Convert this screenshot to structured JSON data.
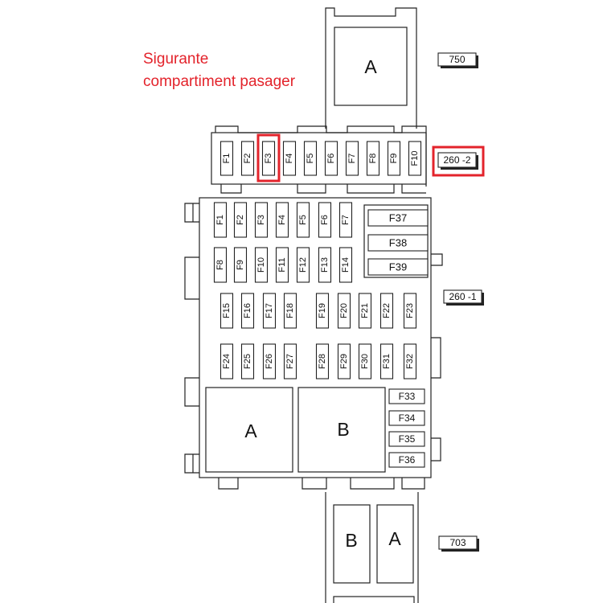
{
  "title": {
    "line1": "Sigurante",
    "line2": "compartiment pasager"
  },
  "colors": {
    "highlight": "#e3232b",
    "line": "#222222"
  },
  "highlighted_fuse": "F3",
  "codes": {
    "top_module": "750",
    "upper_row": "260 -2",
    "main_box": "260 -1",
    "bottom_module": "703"
  },
  "relays": {
    "top": "A",
    "main_left": "A",
    "main_right": "B",
    "bottom_left": "B",
    "bottom_right": "A"
  },
  "fuses": {
    "upper_row": [
      "F1",
      "F2",
      "F3",
      "F4",
      "F5",
      "F6",
      "F7",
      "F8",
      "F9",
      "F10"
    ],
    "main_row1": [
      "F1",
      "F2",
      "F3",
      "F4",
      "F5",
      "F6",
      "F7"
    ],
    "main_row2": [
      "F8",
      "F9",
      "F10",
      "F11",
      "F12",
      "F13",
      "F14"
    ],
    "main_row3": [
      "F15",
      "F16",
      "F17",
      "F18",
      "F19",
      "F20",
      "F21",
      "F22",
      "F23"
    ],
    "main_row4": [
      "F24",
      "F25",
      "F26",
      "F27",
      "F28",
      "F29",
      "F30",
      "F31",
      "F32"
    ],
    "right_top": [
      "F37",
      "F38",
      "F39"
    ],
    "right_bottom": [
      "F33",
      "F34",
      "F35",
      "F36"
    ]
  }
}
